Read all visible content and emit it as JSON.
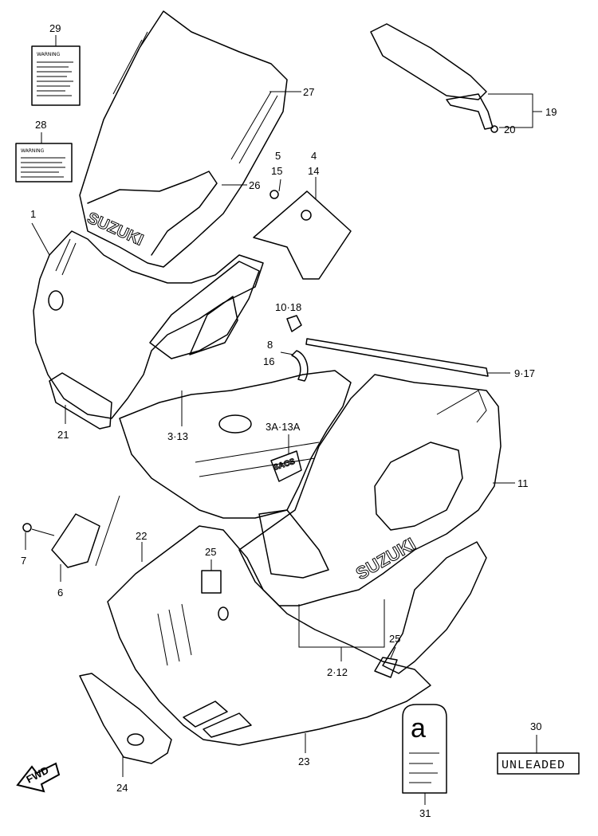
{
  "callouts": {
    "c1": "1",
    "c2_12": "2·12",
    "c3_13": "3·13",
    "c3a_13a": "3A·13A",
    "c4": "4",
    "c14": "14",
    "c5": "5",
    "c15": "15",
    "c6": "6",
    "c7": "7",
    "c8": "8",
    "c16": "16",
    "c9_17": "9·17",
    "c10_18": "10·18",
    "c11": "11",
    "c19": "19",
    "c20": "20",
    "c21": "21",
    "c22": "22",
    "c23": "23",
    "c24": "24",
    "c25a": "25",
    "c25b": "25",
    "c26": "26",
    "c27": "27",
    "c28": "28",
    "c29": "29",
    "c30": "30",
    "c31": "31"
  },
  "decals": {
    "brand_windscreen": "SUZUKI",
    "brand_side": "SUZUKI",
    "sacs": "SACS",
    "unleaded": "UNLEADED",
    "a_label": "a",
    "fwd": "FWD",
    "label_29_header": "WARNING",
    "label_28_header": "WARNING"
  },
  "colors": {
    "line": "#000000",
    "background": "#ffffff"
  }
}
